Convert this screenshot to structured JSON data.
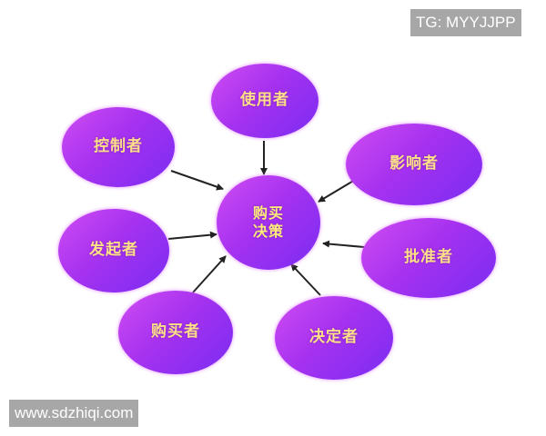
{
  "watermarks": {
    "top_right": "TG: MYYJJPP",
    "bottom_left": "www.sdzhiqi.com"
  },
  "diagram": {
    "center": {
      "label": "购买\n决策"
    },
    "nodes": [
      {
        "id": "user",
        "label": "使用者"
      },
      {
        "id": "controller",
        "label": "控制者"
      },
      {
        "id": "influencer",
        "label": "影响者"
      },
      {
        "id": "initiator",
        "label": "发起者"
      },
      {
        "id": "approver",
        "label": "批准者"
      },
      {
        "id": "buyer",
        "label": "购买者"
      },
      {
        "id": "decider",
        "label": "决定者"
      }
    ],
    "edges": [
      {
        "from": "user",
        "to": "center"
      },
      {
        "from": "controller",
        "to": "center"
      },
      {
        "from": "influencer",
        "to": "center"
      },
      {
        "from": "initiator",
        "to": "center"
      },
      {
        "from": "approver",
        "to": "center"
      },
      {
        "from": "buyer",
        "to": "center"
      },
      {
        "from": "decider",
        "to": "center"
      }
    ],
    "colors": {
      "node_gradient_start": "#d04cf2",
      "node_gradient_end": "#7a2cf2",
      "label_color": "#ffe08a",
      "arrow_color": "#222222"
    }
  }
}
